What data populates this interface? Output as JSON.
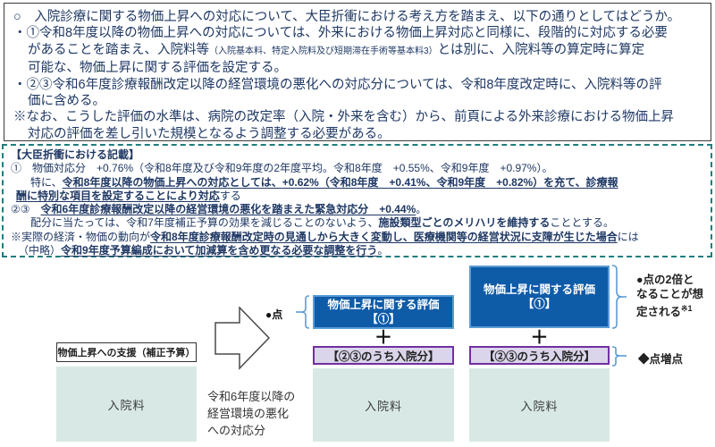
{
  "colors": {
    "text_navy": "#1f3864",
    "dashed_border_teal": "#1e7e7e",
    "blue_box_fill": "#0e5ba8",
    "blue_box_border": "#5b9bd5",
    "purple_box_fill": "#dad5ea",
    "purple_box_border": "#7030a0",
    "teal_box_fill": "#d8e9e5",
    "bracket_blue": "#5b9bd5"
  },
  "proposal": {
    "l1": "○　入院診療に関する物価上昇への対応について、大臣折衝における考え方を踏まえ、以下の通りとしてはどうか。",
    "l2": "・①令和8年度以降の物価上昇への対応については、外来における物価上昇対応と同様に、段階的に対応する必要",
    "l3a": "があることを踏まえ、入院料等",
    "l3b": "（入院基本料、特定入院料及び短期滞在手術等基本料3）",
    "l3c": "とは別に、入院料等の算定時に算定",
    "l4": "可能な、物価上昇に関する評価を設定する。",
    "l5": "・②③令和6年度診療報酬改定以降の経営環境の悪化への対応分については、令和8年度改定時に、入院料等の評",
    "l6": "価に含める。",
    "l7": "※なお、こうした評価の水準は、病院の改定率（入院・外来を含む）から、前頁による外来診療における物価上昇",
    "l8": "対応の評価を差し引いた規模となるよう調整する必要がある。"
  },
  "minister": {
    "title": "【大臣折衝における記載】",
    "l1": "①　物価対応分　+0.76%（令和8年度及び令和9年度の2年度平均。令和8年度　+0.55%、令和9年度　+0.97%）。",
    "l2a": "特に、",
    "l2b": "令和8年度以降の物価上昇への対応としては、+0.62%（令和8年度　+0.41%、令和9年度　+0.82%）を充て、診療報",
    "l3a": "酬に特別な項目を設定することにより対応",
    "l3b": "する",
    "l4a": "②③　",
    "l4b": "令和6年度診療報酬改定以降の経営環境の悪化を踏まえた緊急対応分　+0.44%",
    "l4c": "。",
    "l5a": "配分に当たっては、令和7年度補正予算の効果を減じることのないよう、",
    "l5b": "施設類型ごとのメリハリを維持する",
    "l5c": "こととする。",
    "l6a": "※実際の経済・物価の動向が",
    "l6b": "令和8年度診療報酬改定時の見通しから大きく変動し、医療機関等の経営状況に支障が生じた場合",
    "l6c": "には",
    "l7a": "（中略）",
    "l7b": "令和9年度予算編成において加減算を含め更なる必要な調整を行う",
    "l7c": "。"
  },
  "diagram": {
    "support_label": "物価上昇への支援（補正予算）",
    "base_label": "入院料",
    "arrow_caption": {
      "l1": "令和6年度以降の",
      "l2": "経営環境の悪化",
      "l3": "への対応分"
    },
    "point_label": "●点",
    "eval_title": "物価上昇に関する評価",
    "eval_num": "【①】",
    "plus": "＋",
    "mid_label": "【②③のうち入院分】",
    "ann_double": {
      "l1": "●点の2倍と",
      "l2": "なることが想",
      "l3": "定される",
      "sup": "※1"
    },
    "ann_increase": "◆点増点"
  }
}
